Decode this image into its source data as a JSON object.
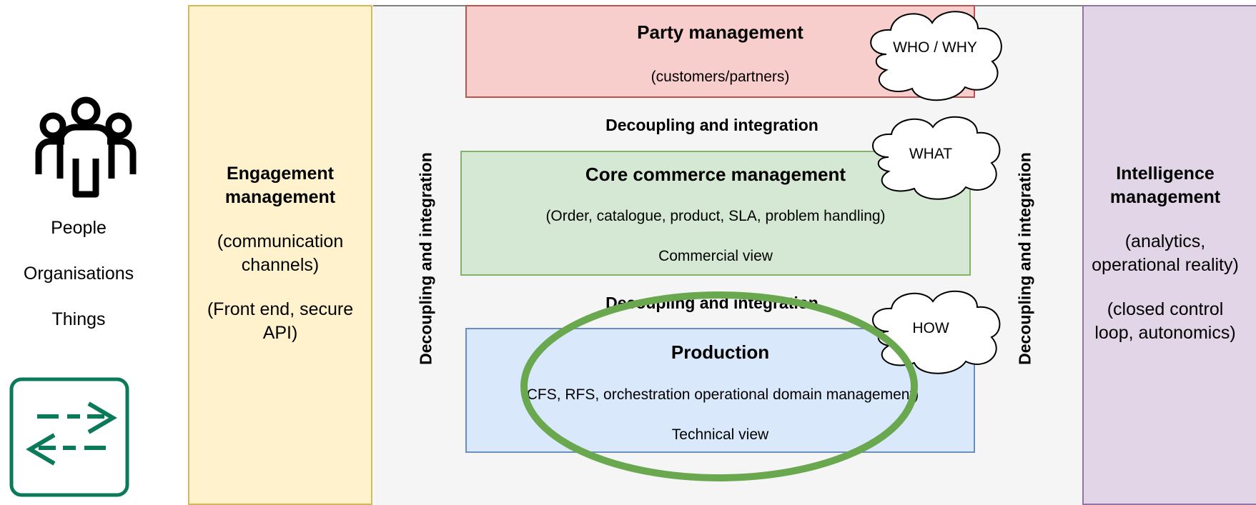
{
  "left_panel": {
    "labels": [
      "People",
      "Organisations",
      "Things"
    ],
    "icons": [
      "people-group-icon",
      "exchange-arrows-icon"
    ]
  },
  "engagement": {
    "title_line1": "Engagement",
    "title_line2": "management",
    "sub1_line1": "(communication",
    "sub1_line2": "channels)",
    "sub2_line1": "(Front end, secure",
    "sub2_line2": "API)"
  },
  "intelligence": {
    "title_line1": "Intelligence",
    "title_line2": "management",
    "sub1_line1": "(analytics,",
    "sub1_line2": "operational reality)",
    "sub2_line1": "(closed control",
    "sub2_line2": "loop, autonomics)"
  },
  "decoupling_label": "Decoupling and integration",
  "party": {
    "title": "Party management",
    "subtitle": "(customers/partners)",
    "cloud": "WHO / WHY"
  },
  "core": {
    "title": "Core commerce management",
    "subtitle": "(Order, catalogue, product, SLA, problem handling)",
    "view": "Commercial view",
    "cloud": "WHAT"
  },
  "production": {
    "title": "Production",
    "subtitle": "(CFS, RFS, orchestration operational domain management)",
    "view": "Technical view",
    "cloud": "HOW"
  },
  "colors": {
    "engagement_fill": "#fff2cc",
    "engagement_border": "#d6b656",
    "intelligence_fill": "#e1d5e7",
    "intelligence_border": "#9673a6",
    "party_fill": "#f8cecc",
    "core_fill": "#d5e8d4",
    "production_fill": "#dae8fc",
    "highlight_ellipse": "#6aa84f",
    "exchange_icon": "#0b7a5a"
  }
}
